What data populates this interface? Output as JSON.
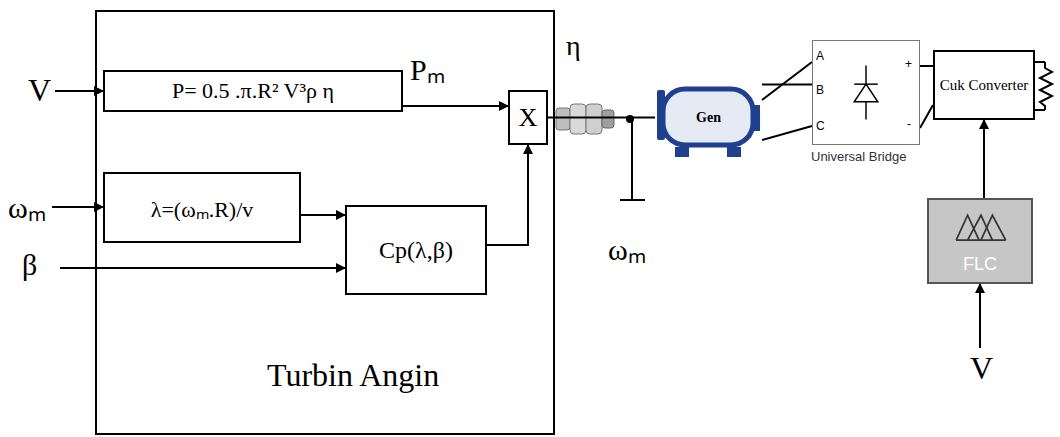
{
  "diagram": {
    "nodes": [
      {
        "text": [
          "Turbin Angin"
        ]
      },
      {
        "text": [
          "P= 0.5 .π.R² V³ρ η"
        ],
        "in": 0
      },
      {
        "text": [
          "λ=(ωₘ.R)/v"
        ],
        "in": 0
      },
      {
        "text": [
          "Cp(λ,β)"
        ],
        "in": 0
      },
      {
        "text": [
          "X"
        ],
        "in": 0
      },
      {
        "text": [
          "Gen"
        ]
      },
      {
        "text": [
          "A",
          "B",
          "C",
          "+",
          "-",
          "Universal Bridge"
        ]
      },
      {
        "text": [
          "Cuk Converter"
        ]
      },
      {
        "text": [
          "FLC"
        ]
      }
    ],
    "edges": [
      {
        "from": 1,
        "to": 4,
        "arrow": "to"
      },
      {
        "from": 2,
        "to": 3,
        "arrow": "to"
      },
      {
        "from": 3,
        "to": 4,
        "arrow": "to"
      },
      {
        "from": 4,
        "to": 5,
        "arrow": "none"
      },
      {
        "from": 5,
        "to": 6,
        "arrow": "none"
      },
      {
        "from": 6,
        "to": 7,
        "arrow": "none"
      },
      {
        "from": 8,
        "to": 7,
        "arrow": "to"
      }
    ],
    "labels": [
      "V",
      "ωₘ",
      "β",
      "Pₘ",
      "η",
      "ωₘ",
      "V"
    ]
  }
}
